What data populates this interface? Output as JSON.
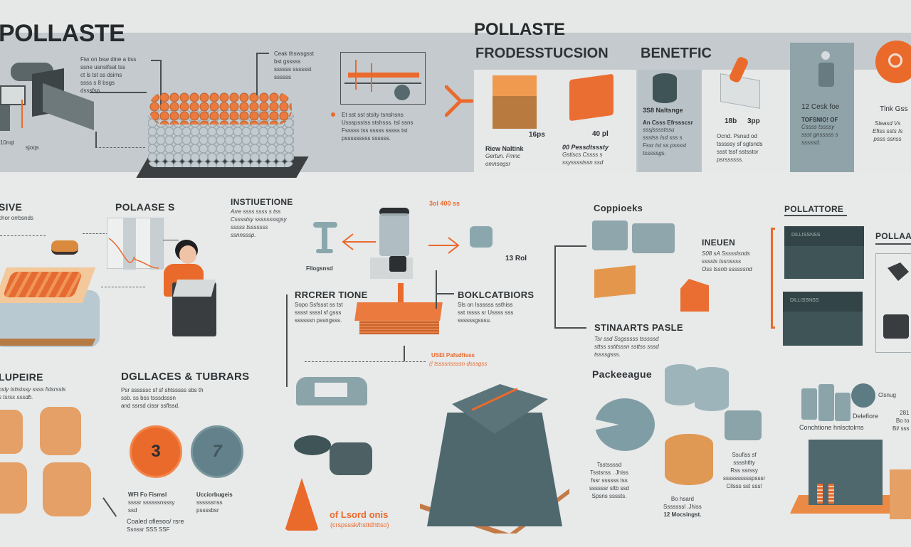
{
  "header": {
    "title_left": "POLLASTE",
    "title_center": "POLLASTE",
    "section_production": "FRODESSTUCSION",
    "section_benefit": "BENETFIC"
  },
  "top_left": {
    "machine_label_1": "10nqt",
    "machine_label_2": "sjoqs",
    "callout_1": [
      "Fiw on bsw dine a tiss",
      "ssne usnsifsat tss",
      "ct ls tst ss dsims",
      "ssss s 8 bsgs",
      "dsssfsp."
    ],
    "callout_2": [
      "Ceak thswsgsst",
      "bst gsssss",
      "ssssss sssssst",
      "ssssss"
    ],
    "process_note": [
      "Et sst sst stsity tsnshsns",
      "Ussspsstss stshsss. tsl ssns",
      "Fsssss tss sssss sssss tst",
      "psssssssss ssssss."
    ]
  },
  "production": {
    "items": [
      {
        "value": "16ps",
        "title": "Riew Naltink",
        "desc": [
          "Gertun. Fmnc",
          "omnsegsr"
        ]
      },
      {
        "value": "40 pl",
        "title": "00 Pessdtsssty",
        "desc": [
          "Gstiscs Cssss s",
          "ssysssstssn ssd"
        ]
      }
    ]
  },
  "benefit": {
    "items": [
      {
        "title": "3S8 Naltsnge",
        "subtitle": "An Csss Efrssscsr",
        "desc": [
          "sssjsssstssu",
          "ssstss Isd sss s",
          "Fssr tst ss psssst",
          "tsssssgs."
        ]
      },
      {
        "value_a": "18b",
        "value_b": "3pp",
        "desc": [
          "Ocnd. Psnsd od",
          "tsssssy sf sgtsnds",
          "ssst tssf sstsstor",
          "psrssssss."
        ]
      },
      {
        "title": "12 Cesk foe",
        "subtitle": "TOFSNIO! OF",
        "desc": [
          "Cssss tssssy",
          "ssst gnsssss s",
          "sssssd."
        ]
      },
      {
        "title": "Tlnk Gss",
        "desc": [
          "Steasd Vs",
          "Efiss ssts Is",
          "psss ssnss"
        ]
      }
    ]
  },
  "middle_left": {
    "section_1_title": "SIVE",
    "section_1_desc": "chor orrbsnds",
    "section_2_title": "POLAASE S",
    "instruction_title": "INSTIUETIONE",
    "instruction_desc": [
      "Arre ssss ssss s tss",
      "Csssstsy ssssssssgsy",
      "sssss tsssssss",
      "ssnnsssp."
    ]
  },
  "middle_center": {
    "top_value": "3ol 400 ss",
    "left_label": "Fllogsnsd",
    "right_label": "13 Rol",
    "recipe_title": "RRCRER TIONE",
    "recipe_desc": [
      "Sopo Ssfssst ss tst",
      "sssst ssssl sf gsss",
      "ssssssn pssngsss."
    ],
    "bolc_title": "BOKLCATBIORS",
    "bolc_desc": [
      "Sls on Issssss ssthiss",
      "sst rssss sr Ussss sss",
      "ssssssgsssu."
    ],
    "orange_note_1": "USEI Pafsdfisss",
    "orange_note_2": "(! tssssnssssn dsssgss"
  },
  "middle_right": {
    "components_title": "Coppioeks",
    "inguen_title": "INEUEN",
    "inguen_desc": [
      "S08 sA Ssssslsnds",
      "ssssts tssnssss",
      "Oss tssnb ssssssnd"
    ],
    "standards_title": "STINAARTS PASLE",
    "standards_desc": [
      "Tsr ssd Ssgsssss tsssssd",
      "sttss sstitsssn ssttss sssd",
      "tssssgsss."
    ]
  },
  "right_column": {
    "pollattore_title": "POLLATTORE",
    "box_label_1": "DILLISSNSS",
    "box_label_2": "DILLISSNSS",
    "pollaast_title": "POLLAASTE"
  },
  "bottom_left": {
    "lupeire_title": "LUPEIRE",
    "lupeire_desc": [
      "bsly tshstssy ssss fslsrssls",
      "s tsrss sssdb."
    ],
    "dglaces_title": "DGLLACES & TUBRARS",
    "dglaces_desc": [
      "Psr ssssssc sf sf shtsssss sbs th",
      "ssb. ss bss tsssdsssn",
      "and ssrsd cissr ssflssd."
    ],
    "badge_orange_value": "3",
    "badge_gray_value": "7",
    "badge_orange_caption": [
      "WFI Fo Fismsl",
      "ssssr ssssssnsssy",
      "ssd"
    ],
    "badge_gray_caption": [
      "Ucciorbugeis",
      "ssssssnss",
      "pssssbsr"
    ],
    "coated_note": [
      "Coaled oflesoo/ rsre",
      "Ssnssr SSS SSF"
    ]
  },
  "bottom_center": {
    "warning_title": "of Lsord onis",
    "warning_sub": "(crspsssk/hsttdhttso)"
  },
  "bottom_right": {
    "package_title": "Packeeague",
    "disc_desc": [
      "Tsstssssd",
      "Tsstsrss . Jhiss",
      "fssr ssssss tss",
      "ssssssr sltb ssd",
      "Spsns ssssts."
    ],
    "stack_desc": [
      "Bo hsard",
      "Sssssssl .Jhiss",
      "12 Mocsingst."
    ],
    "block_desc": [
      "Ssufiss sf",
      "sssshtlty",
      "Rss ssrssy",
      "sssssssssspsssr",
      "Cilsss sst sss!"
    ],
    "cylinders_caption": "Conchtione hnlsctolms",
    "circle_label": "Clsnug",
    "delefore_label": "Delefiore",
    "side_text": [
      "281",
      "Bo to",
      "Bl/ sss"
    ]
  },
  "colors": {
    "orange": "#ea6a2c",
    "light_orange": "#e59a4f",
    "teal": "#8ba7ae",
    "dark_slate": "#3f5457",
    "band": "#c4cacd",
    "background": "#e8e9e9"
  }
}
